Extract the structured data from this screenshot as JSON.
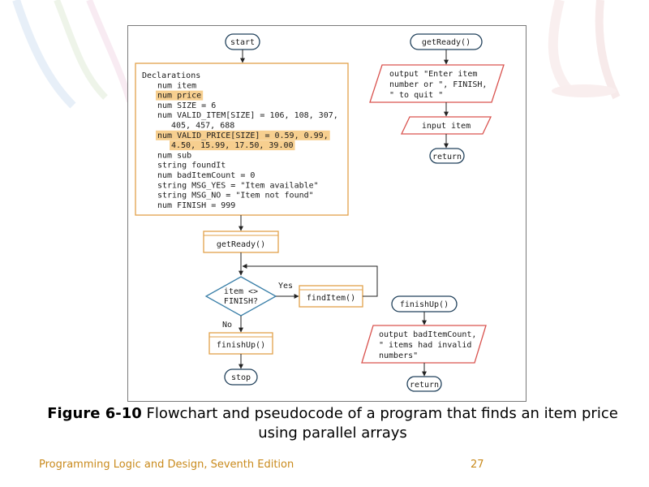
{
  "slide": {
    "footer": "Programming Logic and Design, Seventh Edition",
    "page_number": "27",
    "caption_label": "Figure 6-10",
    "caption_text": " Flowchart and pseudocode of a program that finds an item price using parallel arrays"
  },
  "flowchart": {
    "main": {
      "start": "start",
      "declarations": [
        {
          "text": "Declarations",
          "indent": 0,
          "highlight": false
        },
        {
          "text": "num item",
          "indent": 1,
          "highlight": false
        },
        {
          "text": "num price",
          "indent": 1,
          "highlight": true
        },
        {
          "text": "num SIZE = 6",
          "indent": 1,
          "highlight": false
        },
        {
          "text": "num VALID_ITEM[SIZE] = 106, 108, 307,",
          "indent": 1,
          "highlight": false
        },
        {
          "text": "405, 457, 688",
          "indent": 2,
          "highlight": false
        },
        {
          "text": "num VALID_PRICE[SIZE] = 0.59, 0.99,",
          "indent": 1,
          "highlight": true
        },
        {
          "text": "4.50, 15.99, 17.50, 39.00",
          "indent": 2,
          "highlight": true
        },
        {
          "text": "num sub",
          "indent": 1,
          "highlight": false
        },
        {
          "text": "string foundIt",
          "indent": 1,
          "highlight": false
        },
        {
          "text": "num badItemCount = 0",
          "indent": 1,
          "highlight": false
        },
        {
          "text": "string MSG_YES = \"Item available\"",
          "indent": 1,
          "highlight": false
        },
        {
          "text": "string MSG_NO = \"Item not found\"",
          "indent": 1,
          "highlight": false
        },
        {
          "text": "num FINISH = 999",
          "indent": 1,
          "highlight": false
        }
      ],
      "call_get_ready": "getReady()",
      "decision_line1": "item <>",
      "decision_line2": "FINISH?",
      "yes_label": "Yes",
      "no_label": "No",
      "call_find_item": "findItem()",
      "call_finish_up": "finishUp()",
      "stop": "stop"
    },
    "get_ready": {
      "header": "getReady()",
      "output_lines": [
        "output \"Enter item",
        "number or \", FINISH,",
        "\" to quit \""
      ],
      "input": "input item",
      "return": "return"
    },
    "finish_up": {
      "header": "finishUp()",
      "output_lines": [
        "output badItemCount,",
        "\" items had invalid",
        "numbers\""
      ],
      "return": "return"
    }
  }
}
